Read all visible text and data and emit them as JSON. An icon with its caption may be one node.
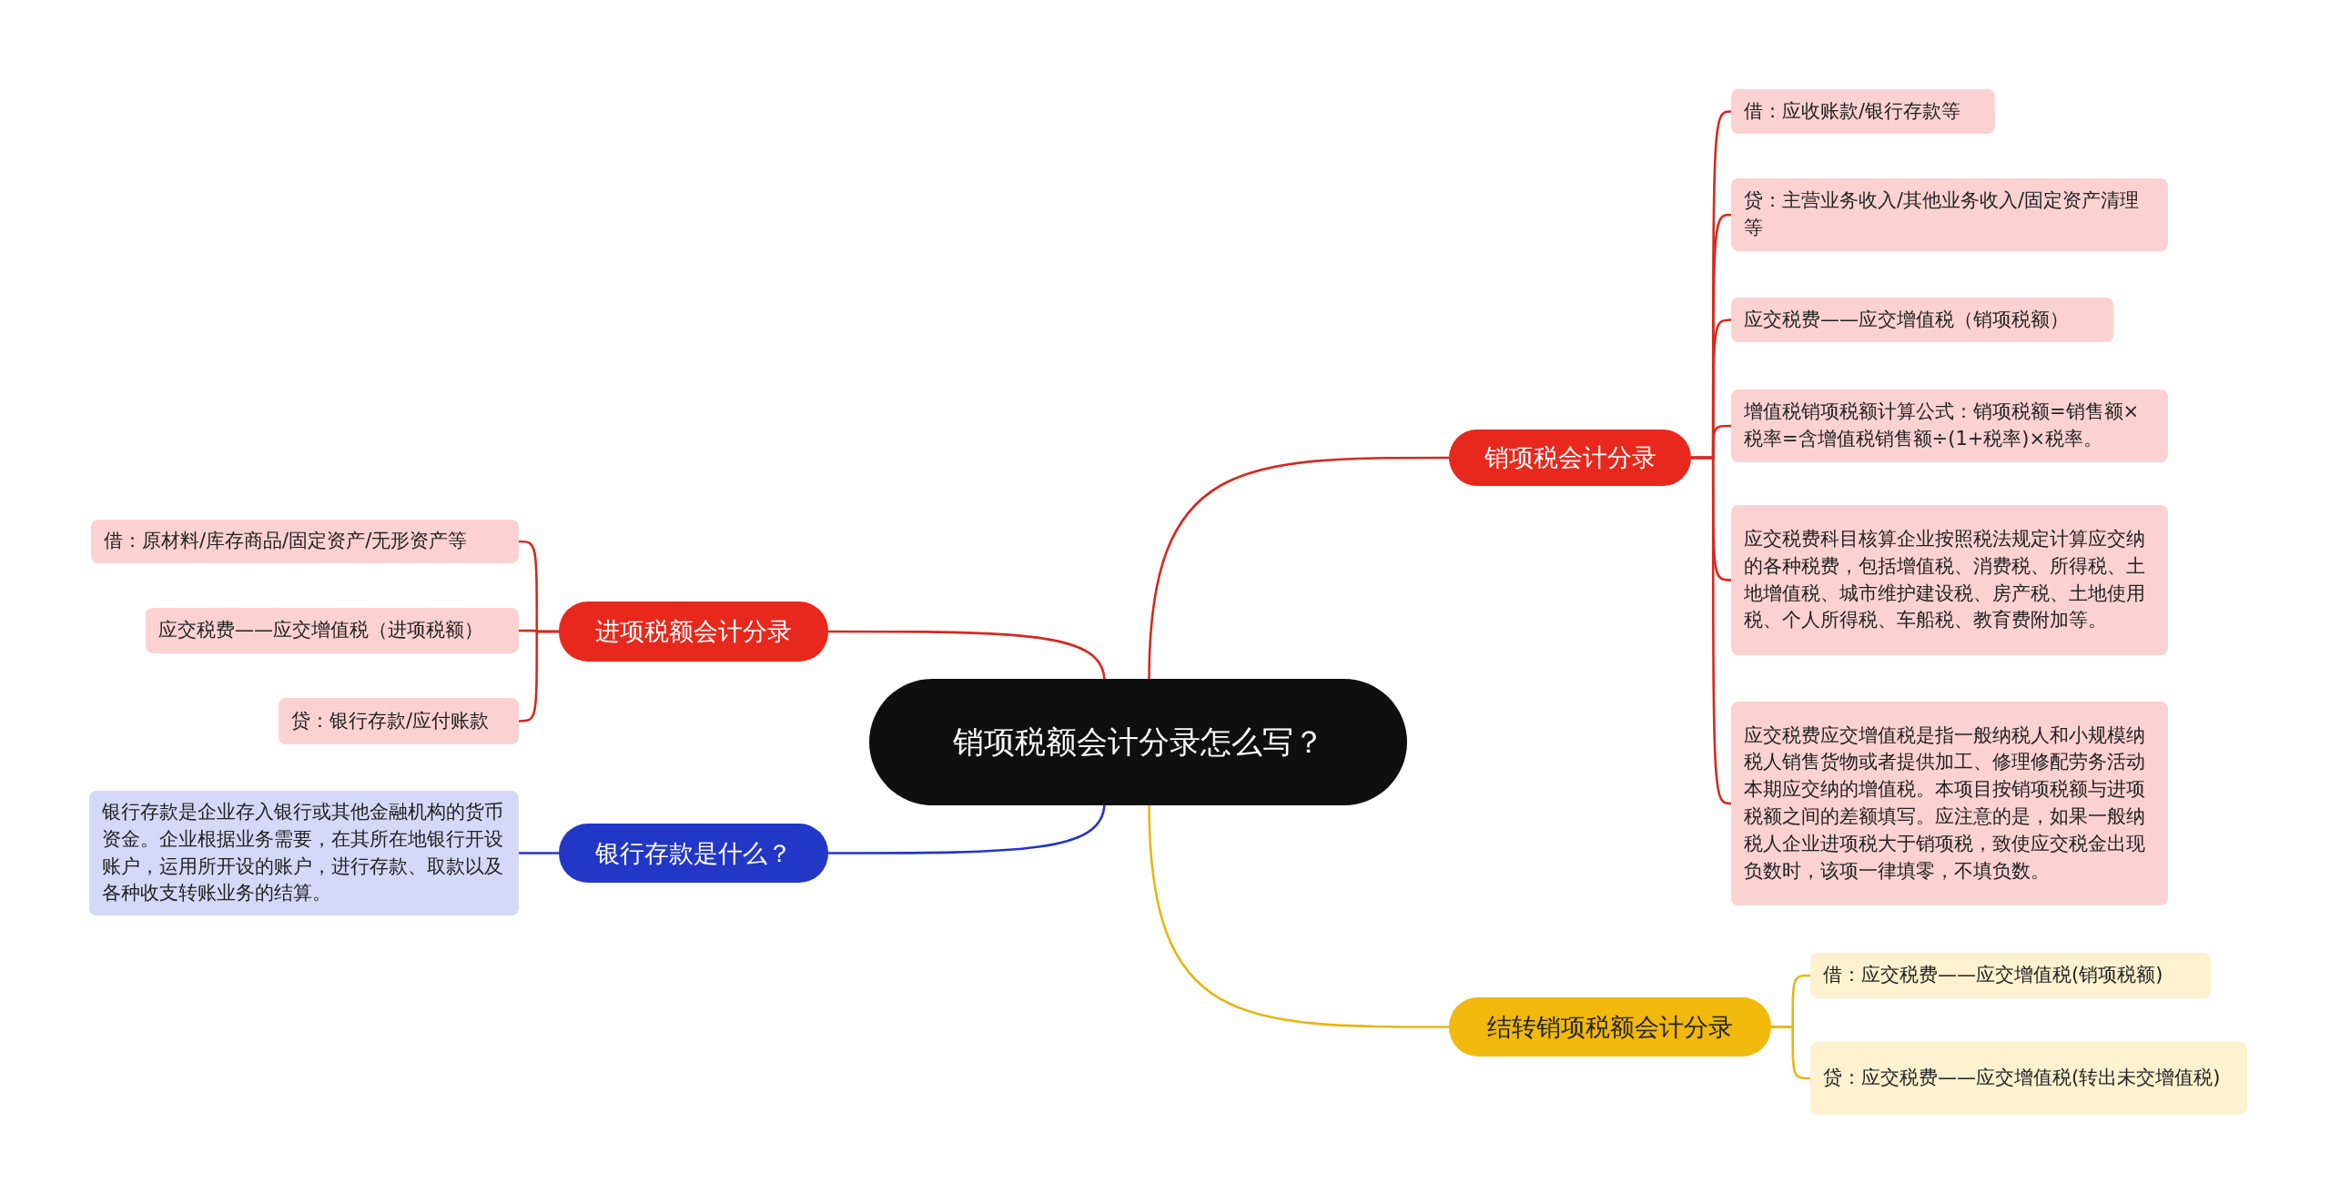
{
  "diagram": {
    "nodes": [
      {
        "text": [
          "销项税额会计分录怎么写？"
        ]
      },
      {
        "text": [
          "销项税会计分录"
        ]
      },
      {
        "text": [
          "借：应收账款/银行存款等"
        ]
      },
      {
        "text": [
          "贷：主营业务收入/其他业务收入/固定资产清理等"
        ]
      },
      {
        "text": [
          "应交税费——应交增值税（销项税额）"
        ]
      },
      {
        "text": [
          "增值税销项税额计算公式：销项税额=销售额×税率=含增值税销售额÷(1+税率)×税率。"
        ]
      },
      {
        "text": [
          "应交税费科目核算企业按照税法规定计算应交纳的各种税费，包括增值税、消费税、所得税、土地增值税、城市维护建设税、房产税、土地使用税、个人所得税、车船税、教育费附加等。"
        ]
      },
      {
        "text": [
          "应交税费应交增值税是指一般纳税人和小规模纳税人销售货物或者提供加工、修理修配劳务活动本期应交纳的增值税。本项目按销项税额与进项税额之间的差额填写。应注意的是，如果一般纳税人企业进项税大于销项税，致使应交税金出现负数时，该项一律填零，不填负数。"
        ]
      },
      {
        "text": [
          "进项税额会计分录"
        ]
      },
      {
        "text": [
          "借：原材料/库存商品/固定资产/无形资产等"
        ]
      },
      {
        "text": [
          "应交税费——应交增值税（进项税额）"
        ]
      },
      {
        "text": [
          "贷：银行存款/应付账款"
        ]
      },
      {
        "text": [
          "银行存款是什么？"
        ]
      },
      {
        "text": [
          "银行存款是企业存入银行或其他金融机构的货币资金。企业根据业务需要，在其所在地银行开设账户，运用所开设的账户，进行存款、取款以及各种收支转账业务的结算。"
        ]
      },
      {
        "text": [
          "结转销项税额会计分录"
        ]
      },
      {
        "text": [
          "借：应交税费——应交增值税(销项税额)"
        ]
      },
      {
        "text": [
          "贷：应交税费——应交增值税(转出未交增值税)"
        ]
      }
    ],
    "edges": [
      {
        "from": 0,
        "to": 1,
        "arrow": "none"
      },
      {
        "from": 1,
        "to": 2,
        "arrow": "none"
      },
      {
        "from": 1,
        "to": 3,
        "arrow": "none"
      },
      {
        "from": 1,
        "to": 4,
        "arrow": "none"
      },
      {
        "from": 1,
        "to": 5,
        "arrow": "none"
      },
      {
        "from": 1,
        "to": 6,
        "arrow": "none"
      },
      {
        "from": 1,
        "to": 7,
        "arrow": "none"
      },
      {
        "from": 0,
        "to": 8,
        "arrow": "none"
      },
      {
        "from": 8,
        "to": 9,
        "arrow": "none"
      },
      {
        "from": 8,
        "to": 10,
        "arrow": "none"
      },
      {
        "from": 8,
        "to": 11,
        "arrow": "none"
      },
      {
        "from": 0,
        "to": 12,
        "arrow": "none",
        "color": "#2337c6"
      },
      {
        "from": 12,
        "to": 13,
        "arrow": "none",
        "color": "#2337c6"
      },
      {
        "from": 0,
        "to": 14,
        "arrow": "none",
        "color": "#e8b512"
      },
      {
        "from": 14,
        "to": 15,
        "arrow": "none",
        "color": "#e8b512"
      },
      {
        "from": 14,
        "to": 16,
        "arrow": "none",
        "color": "#e8b512"
      }
    ]
  }
}
